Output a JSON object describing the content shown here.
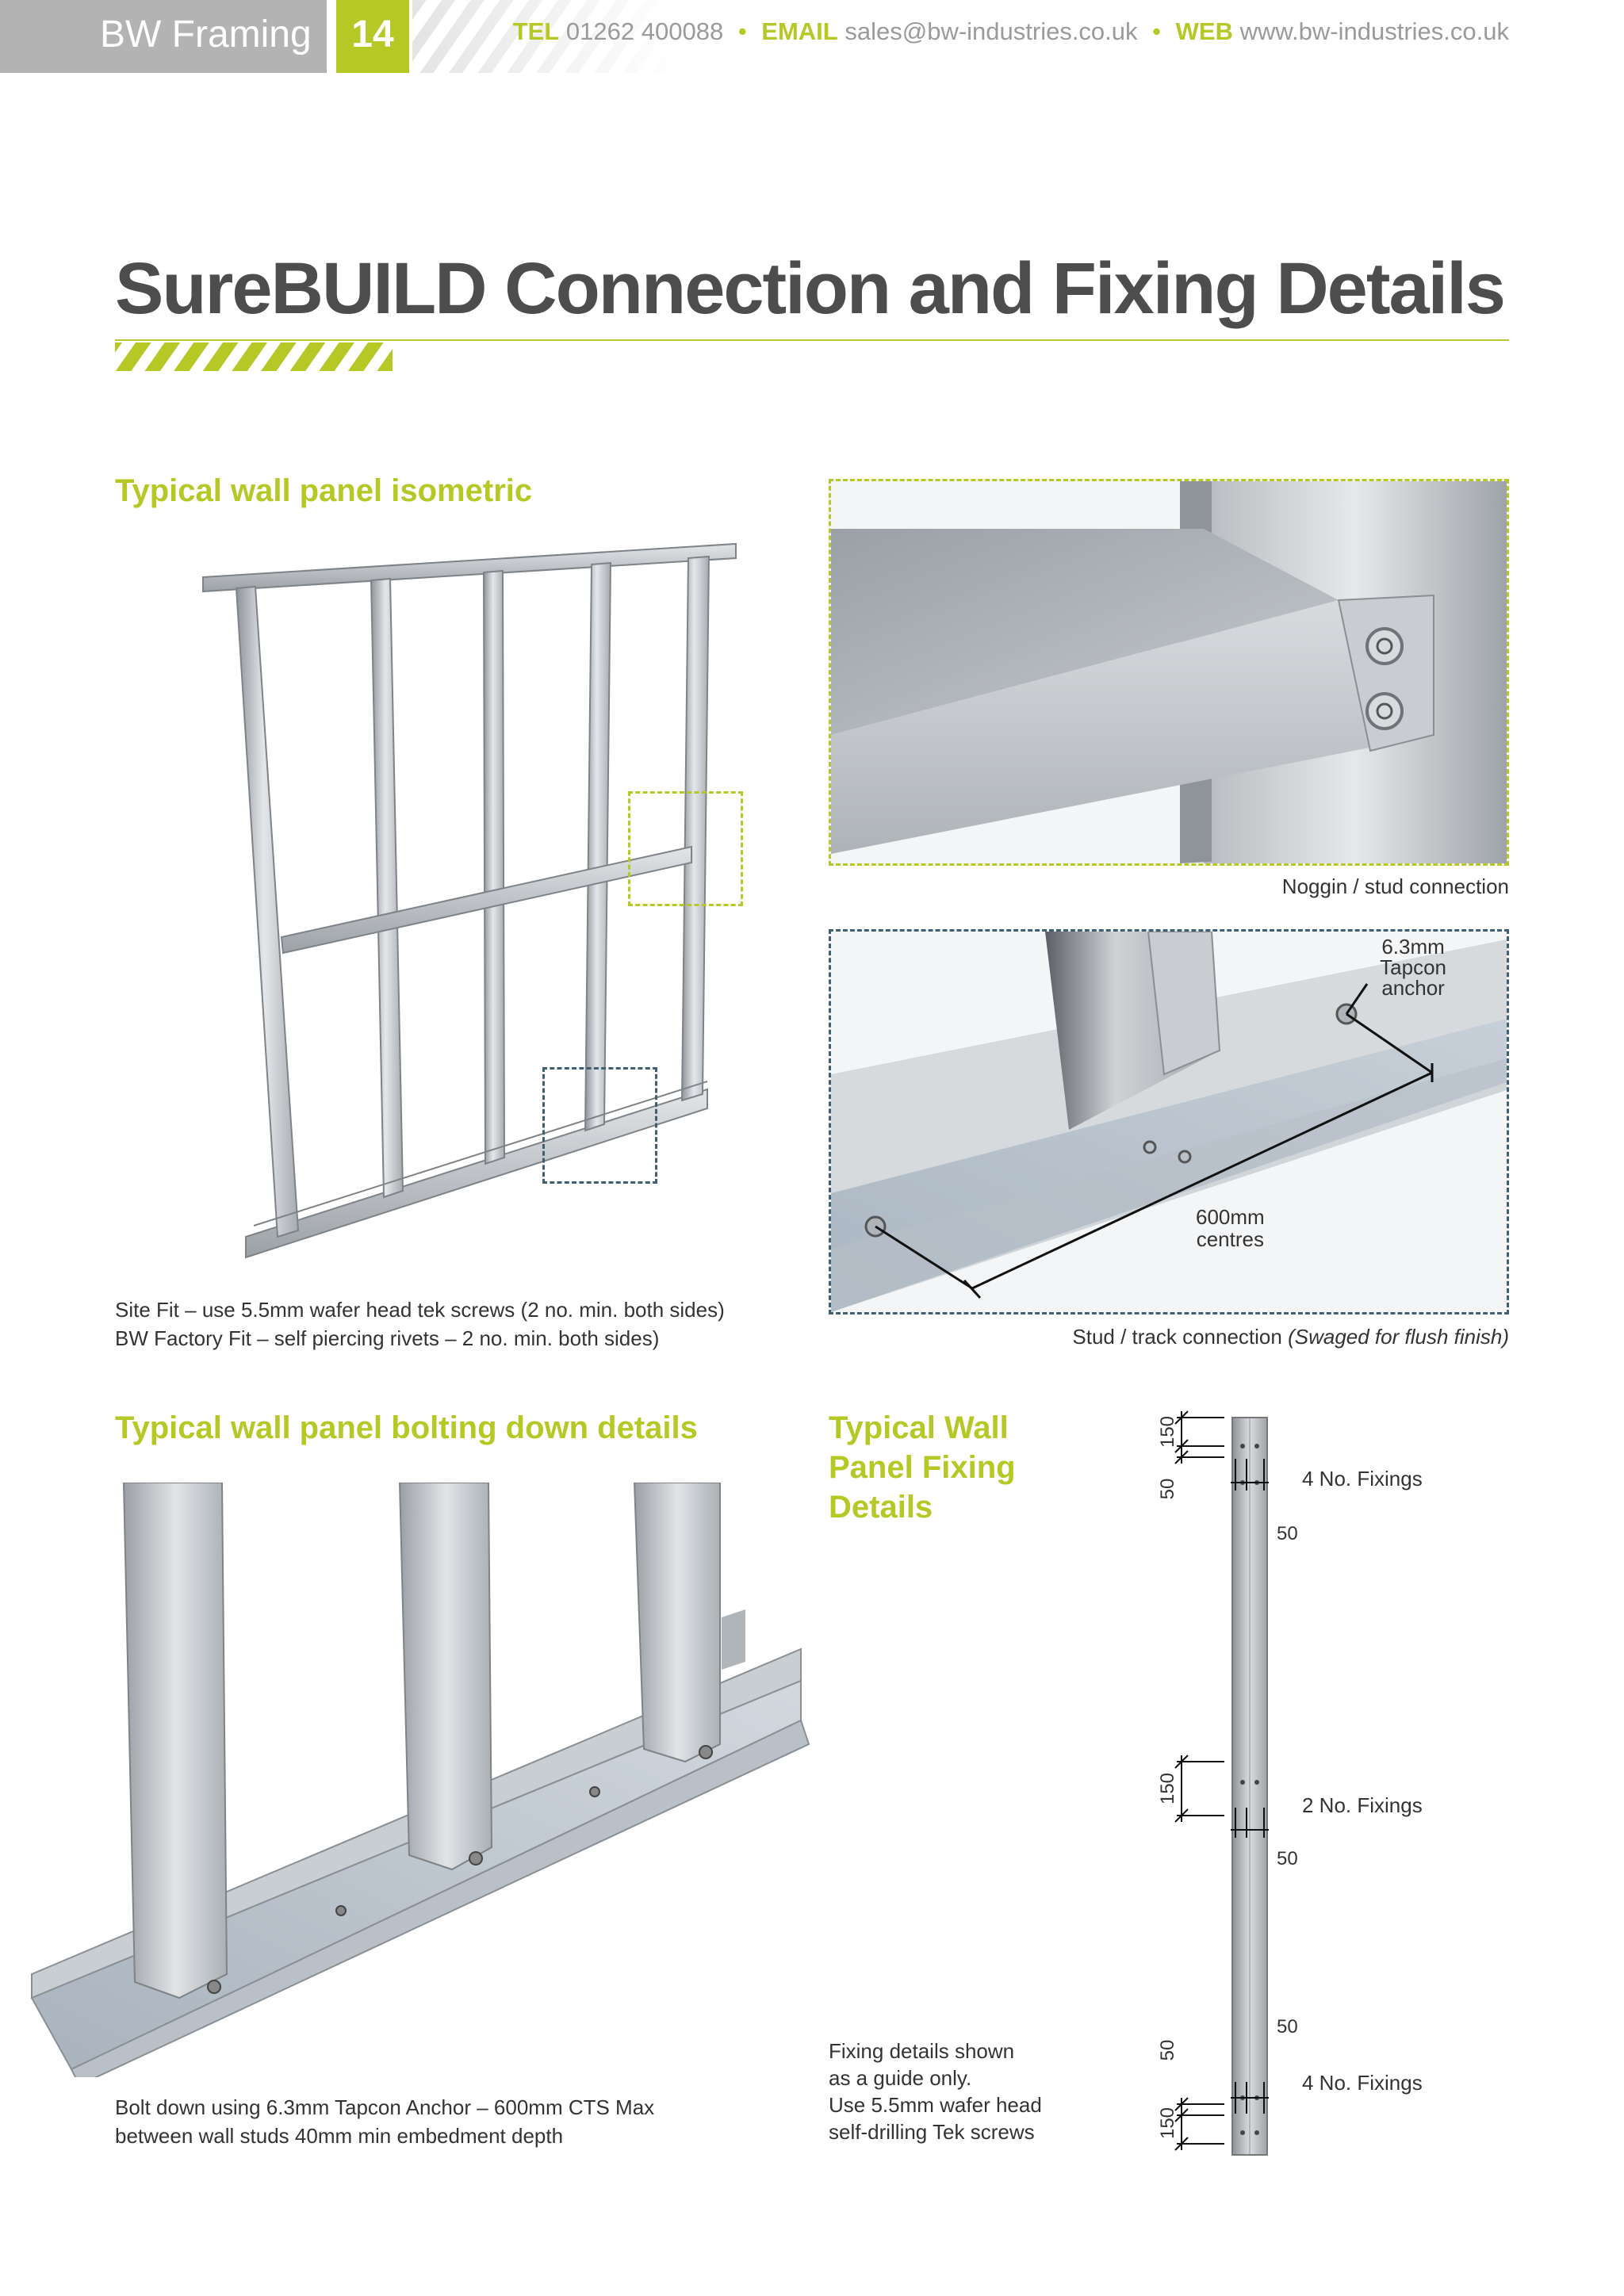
{
  "header": {
    "brand": "BW Framing",
    "page_number": "14",
    "tel_label": "TEL",
    "tel": "01262 400088",
    "email_label": "EMAIL",
    "email": "sales@bw-industries.co.uk",
    "web_label": "WEB",
    "web": "www.bw-industries.co.uk"
  },
  "page_title": "SureBUILD Connection and Fixing Details",
  "isometric": {
    "heading": "Typical wall panel isometric",
    "caption_line1": "Site Fit – use 5.5mm wafer head tek screws (2 no. min. both sides)",
    "caption_line2": "BW Factory Fit – self piercing rivets – 2 no. min. both sides)"
  },
  "noggin": {
    "caption": "Noggin / stud connection"
  },
  "stud_track": {
    "anchor_label": [
      "6.3mm",
      "Tapcon",
      "anchor"
    ],
    "centres_label": [
      "600mm",
      "centres"
    ],
    "caption": "Stud / track connection",
    "caption_italic": "(Swaged for flush finish)"
  },
  "bolting": {
    "heading": "Typical wall panel bolting down details",
    "caption_line1": "Bolt down using 6.3mm Tapcon Anchor – 600mm CTS Max",
    "caption_line2": "between wall studs 40mm min embedment depth"
  },
  "fixing": {
    "heading_lines": [
      "Typical Wall",
      "Panel Fixing",
      "Details"
    ],
    "note_lines": [
      "Fixing details shown",
      "as a guide only.",
      "Use 5.5mm wafer head",
      "self-drilling Tek screws"
    ],
    "top_label": "4 No. Fixings",
    "middle_label": "2 No. Fixings",
    "bottom_label": "4 No. Fixings",
    "dim_150": "150",
    "dim_50": "50"
  },
  "colors": {
    "accent_green": "#b5c825",
    "header_grey": "#b3b3b3",
    "title_grey": "#4d4d4d",
    "detail_blue": "#3e6072"
  }
}
